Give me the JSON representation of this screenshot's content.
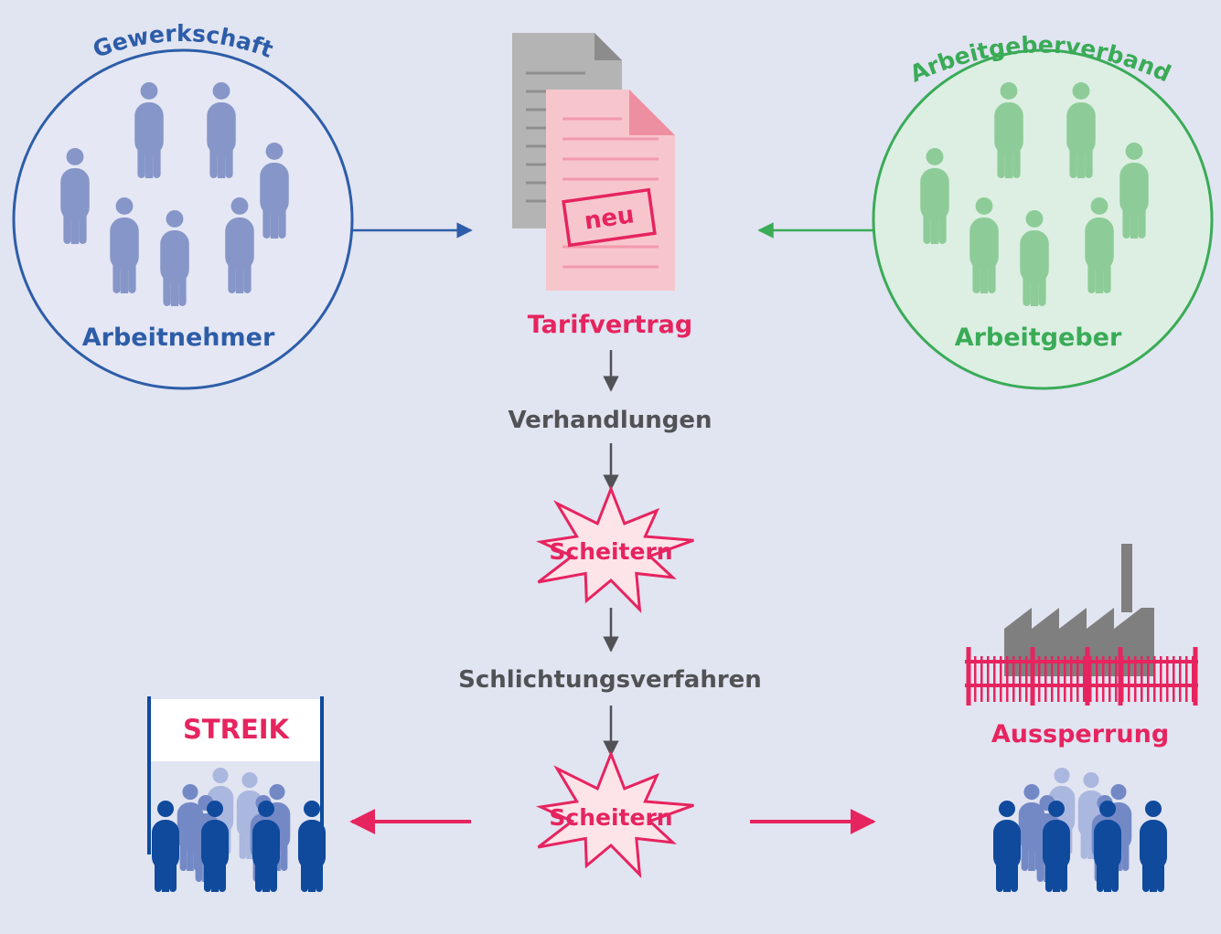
{
  "colors": {
    "background": "#e1e4f1",
    "union_blue": "#2d5da8",
    "union_person": "#8696c8",
    "employer_green": "#3aab57",
    "employer_person": "#8dcc98",
    "accent_pink": "#e6245f",
    "text_gray": "#505255",
    "doc_pink": "#f7c6cc",
    "doc_gray": "#b4b4b4",
    "crowd_dark": "#0f4a9d",
    "crowd_mid": "#7389c6",
    "crowd_light": "#aab7de"
  },
  "left_group": {
    "arc_label": "Gewerkschaft",
    "label": "Arbeitnehmer",
    "icon": "people-group-icon"
  },
  "right_group": {
    "arc_label": "Arbeitgeberverband",
    "label": "Arbeitgeber",
    "icon": "people-group-icon"
  },
  "document": {
    "stamp": "neu",
    "label": "Tarifvertrag",
    "icon": "document-icon"
  },
  "steps": {
    "negotiation": "Verhandlungen",
    "failure_1": "Scheitern",
    "arbitration": "Schlichtungsverfahren",
    "failure_2": "Scheitern"
  },
  "strike": {
    "banner": "STREIK",
    "icon": "crowd-icon"
  },
  "lockout": {
    "label": "Aussperrung",
    "icons": [
      "factory-icon",
      "fence-icon",
      "crowd-icon"
    ]
  }
}
